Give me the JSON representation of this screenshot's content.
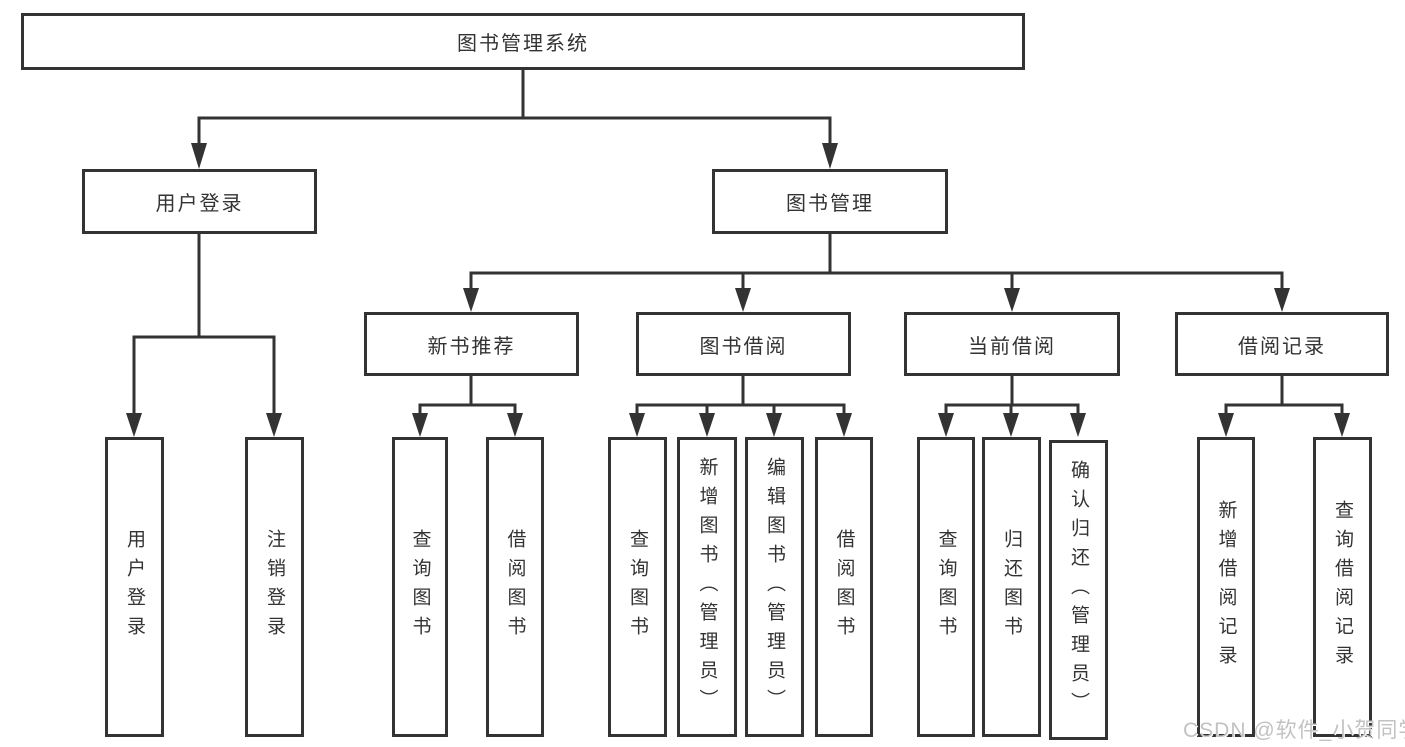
{
  "nodes": {
    "root": "图书管理系统",
    "user_login": "用户登录",
    "book_mgmt": "图书管理",
    "new_book_rec": "新书推荐",
    "book_borrow": "图书借阅",
    "current_borrow": "当前借阅",
    "borrow_records": "借阅记录",
    "leaf_user_login": "用户登录",
    "leaf_logout": "注销登录",
    "leaf_nbr_query": "查询图书",
    "leaf_nbr_borrow": "借阅图书",
    "leaf_bb_query": "查询图书",
    "leaf_bb_add": "新增图书（管理员）",
    "leaf_bb_edit": "编辑图书（管理员）",
    "leaf_bb_borrow": "借阅图书",
    "leaf_cb_query": "查询图书",
    "leaf_cb_return": "归还图书",
    "leaf_cb_confirm": "确认归还（管理员）",
    "leaf_br_add": "新增借阅记录",
    "leaf_br_query": "查询借阅记录"
  },
  "watermark": "CSDN @软件_小贺同学",
  "colors": {
    "line": "#333333",
    "box_border": "#333333",
    "text": "#333333",
    "background": "#ffffff",
    "watermark": "#c2c2c2"
  }
}
